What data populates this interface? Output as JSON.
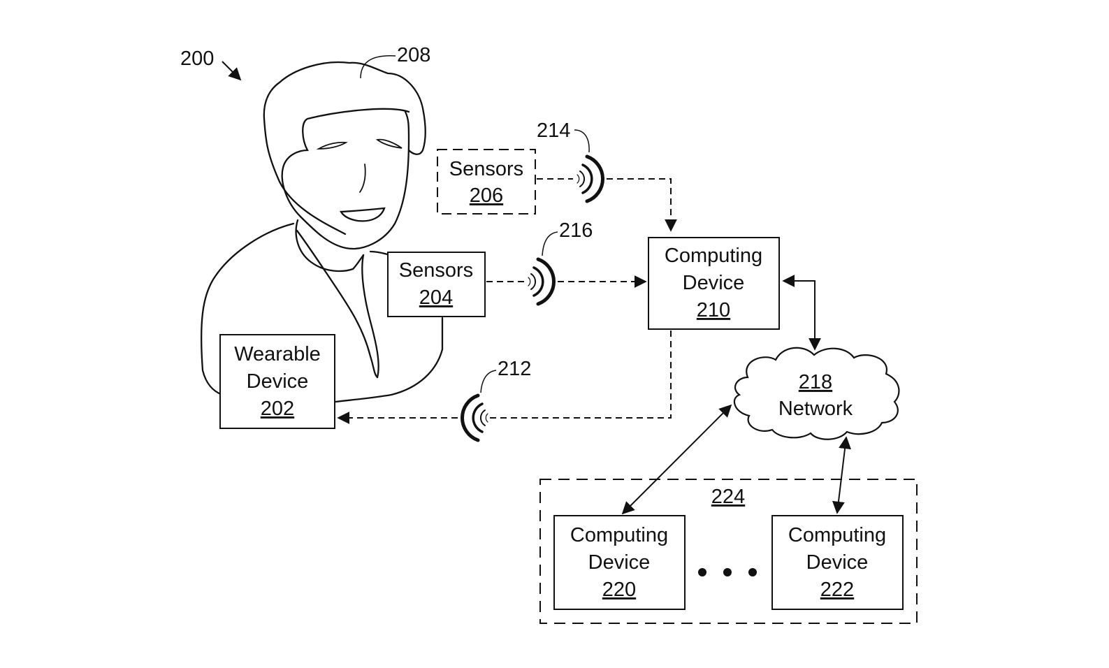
{
  "figure": {
    "ref_number": "200",
    "user_ref": "208",
    "wearable_device": {
      "line1": "Wearable",
      "line2": "Device",
      "ref": "202"
    },
    "sensors_on_body": {
      "line1": "Sensors",
      "ref": "204"
    },
    "sensors_external": {
      "line1": "Sensors",
      "ref": "206"
    },
    "computing_device_main": {
      "line1": "Computing",
      "line2": "Device",
      "ref": "210"
    },
    "network": {
      "ref": "218",
      "label": "Network"
    },
    "device_group": {
      "ref": "224"
    },
    "computing_device_a": {
      "line1": "Computing",
      "line2": "Device",
      "ref": "220"
    },
    "computing_device_b": {
      "line1": "Computing",
      "line2": "Device",
      "ref": "222"
    },
    "signals": {
      "to_wearable": "212",
      "from_external_sensors": "214",
      "from_body_sensors": "216"
    },
    "ellipsis": "• • •"
  }
}
